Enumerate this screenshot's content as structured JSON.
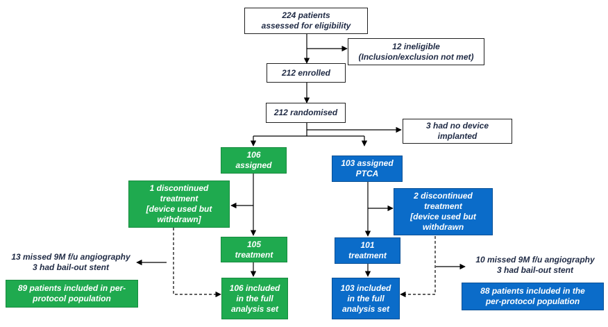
{
  "colors": {
    "green": "#1faa4f",
    "blue": "#0b6cc9",
    "line": "#000000",
    "text": "#1f2a44"
  },
  "assessed": {
    "line1": "224 patients",
    "line2": "assessed for eligibility"
  },
  "ineligible": {
    "line1": "12 ineligible",
    "line2": "(Inclusion/exclusion not met)"
  },
  "enrolled": {
    "text": "212 enrolled"
  },
  "randomised": {
    "text": "212 randomised"
  },
  "no_device": {
    "line1": "3 had no device",
    "line2": "implanted"
  },
  "left_arm": {
    "assigned": {
      "line1": "106",
      "line2": "assigned"
    },
    "discontinued": {
      "line1": "1 discontinued",
      "line2": "treatment",
      "line3": "[device used but",
      "line4": "withdrawn]"
    },
    "treatment": {
      "line1": "105",
      "line2": "treatment"
    },
    "missed": {
      "line1": "13 missed 9M f/u angiography",
      "line2": "3 had bail-out stent"
    },
    "full_analysis": {
      "line1": "106 included",
      "line2": "in the full",
      "line3": "analysis set"
    },
    "per_protocol": {
      "line1": "89 patients included in per-",
      "line2": "protocol population"
    }
  },
  "right_arm": {
    "assigned": {
      "line1": "103 assigned",
      "line2": "PTCA"
    },
    "discontinued": {
      "line1": "2 discontinued",
      "line2": "treatment",
      "line3": "[device used but",
      "line4": "withdrawn"
    },
    "treatment": {
      "line1": "101",
      "line2": "treatment"
    },
    "missed": {
      "line1": "10 missed 9M f/u angiography",
      "line2": "3 had bail-out stent"
    },
    "full_analysis": {
      "line1": "103 included",
      "line2": "in the full",
      "line3": "analysis set"
    },
    "per_protocol": {
      "line1": "88 patients included in the",
      "line2": "per-protocol population"
    }
  }
}
